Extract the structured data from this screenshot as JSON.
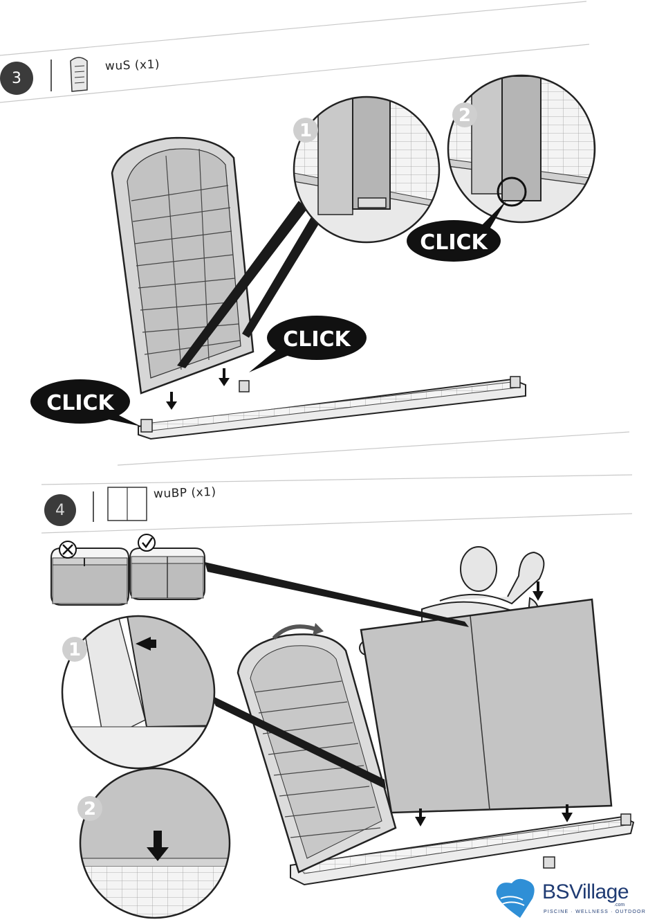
{
  "steps": [
    {
      "number": "3",
      "part_code": "wuS",
      "quantity": "(x1)"
    },
    {
      "number": "4",
      "part_code": "wuBP",
      "quantity": "(x1)"
    }
  ],
  "callouts": {
    "step3_detail_1": "1",
    "step3_detail_2": "2",
    "step4_detail_1": "1",
    "step4_detail_2": "2",
    "click_label": "CLICK"
  },
  "icons": {
    "wrong": "cross-circle-icon",
    "correct": "check-circle-icon"
  },
  "brand": {
    "name": "BSVillage",
    "domain_suffix": ".com",
    "tagline": "PISCINE · WELLNESS · OUTDOOR",
    "colors": {
      "primary": "#1f3b73",
      "accent": "#2f8fd6"
    }
  }
}
